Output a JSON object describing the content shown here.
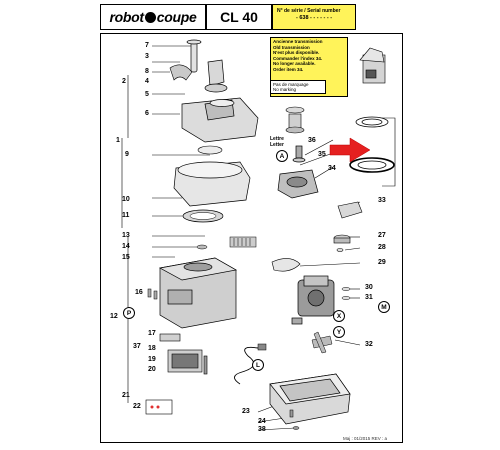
{
  "header": {
    "brand_left": "robot",
    "brand_right": "coupe",
    "model": "CL 40",
    "serial_label": "N° de série / Serial number",
    "serial_value": "- 638 - - - - -   - -"
  },
  "notes": {
    "title_fr": "Ancienne transmission",
    "title_en": "Old transmission",
    "line1": "N'est plus disponible.",
    "line2": "Commander l'index 34.",
    "line3": "No longer available.",
    "line4": "Order item 34.",
    "marking_fr": "Pas de marquage",
    "marking_en": "No marking",
    "lettre": "Lettre",
    "letter": "Letter"
  },
  "parts": {
    "p1": "1",
    "p2": "2",
    "p3": "3",
    "p4": "4",
    "p5": "5",
    "p6": "6",
    "p7": "7",
    "p8": "8",
    "p9": "9",
    "p10": "10",
    "p11": "11",
    "p12": "12",
    "p13": "13",
    "p14": "14",
    "p15": "15",
    "p16": "16",
    "p17": "17",
    "p18": "18",
    "p19": "19",
    "p20": "20",
    "p21": "21",
    "p22": "22",
    "p23": "23",
    "p24": "24",
    "p27": "27",
    "p28": "28",
    "p29": "29",
    "p30": "30",
    "p31": "31",
    "p32": "32",
    "p33": "33",
    "p34": "34",
    "p35": "35",
    "p36": "36",
    "p37": "37",
    "p38": "38"
  },
  "letters": {
    "a": "A",
    "p": "P",
    "m": "M",
    "x": "X",
    "y": "Y",
    "l": "L"
  },
  "footer": {
    "revision": "Maj : 01/2015   REV : a"
  },
  "colors": {
    "highlight_yellow": "#fff35a",
    "arrow_red": "#e52020"
  }
}
